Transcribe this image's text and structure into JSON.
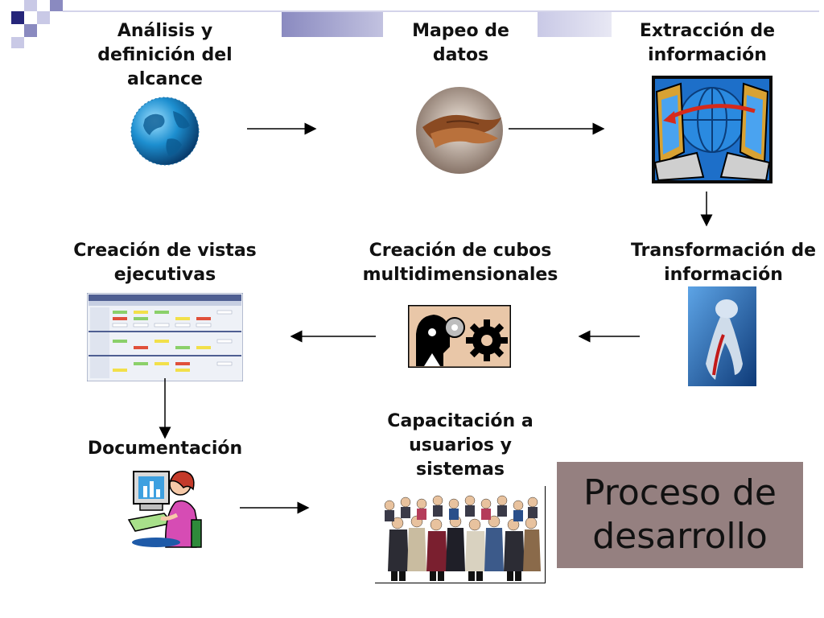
{
  "steps": {
    "analysis": {
      "label": "Análisis y definición del alcance",
      "icon": "globe-icon"
    },
    "mapping": {
      "label": "Mapeo de datos",
      "icon": "hands-icon"
    },
    "extraction": {
      "label": "Extracción de información",
      "icon": "computers-globe-icon"
    },
    "transformation": {
      "label": "Transformación de información",
      "icon": "abstract-figure-icon"
    },
    "cubes": {
      "label": "Creación de cubos multidimensionales",
      "icon": "gears-head-icon"
    },
    "views": {
      "label": "Creación de vistas ejecutivas",
      "icon": "dashboard-table-icon"
    },
    "documentation": {
      "label": "Documentación",
      "icon": "woman-computer-icon"
    },
    "training": {
      "label": "Capacitación a usuarios y sistemas",
      "icon": "crowd-icon"
    }
  },
  "title_box": {
    "line1": "Proceso de",
    "line2": "desarrollo",
    "background": "#958080"
  },
  "colors": {
    "banner_dark": "#26267a",
    "banner_mid": "#8a8ac0",
    "banner_light": "#c9c9e6",
    "arrow": "#000000"
  }
}
